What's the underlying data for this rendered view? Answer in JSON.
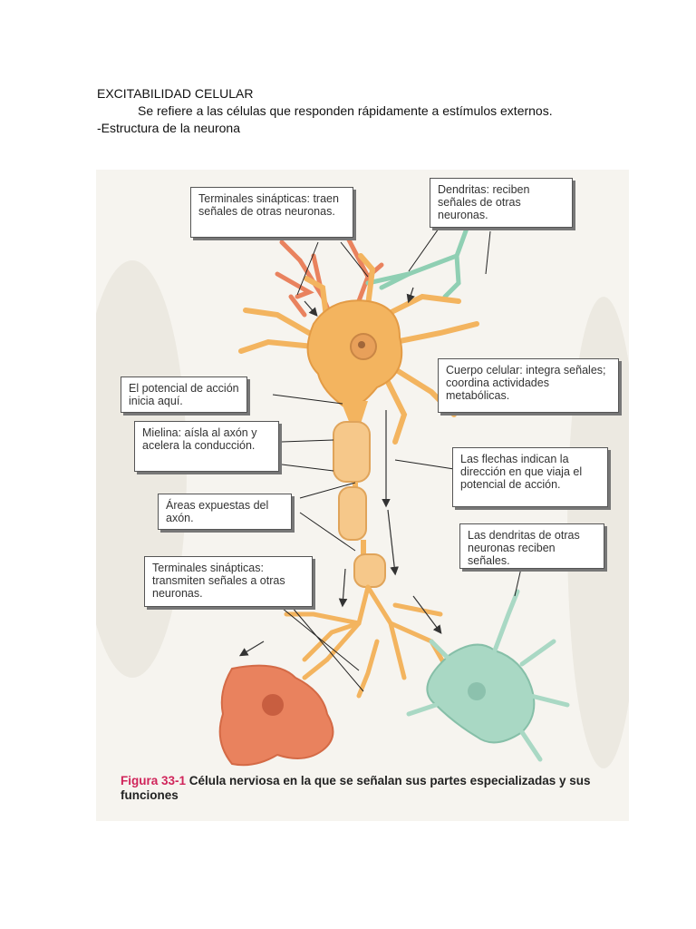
{
  "document": {
    "heading": "EXCITABILIDAD CELULAR",
    "definition": "Se refiere a las células que responden rápidamente a estímulos externos.",
    "subheading": "-Estructura de la neurona"
  },
  "figure": {
    "callouts": {
      "terminales_top": "Terminales sinápticas: traen señales de otras neuronas.",
      "dendritas": "Dendritas: reciben señales de otras neuronas.",
      "potencial": "El potencial de acción inicia aquí.",
      "cuerpo": "Cuerpo celular: integra señales; coordina actividades metabólicas.",
      "mielina": "Mielina: aísla al axón y acelera la conducción.",
      "flechas": "Las flechas indican la dirección en que viaja el potencial de acción.",
      "areas": "Áreas expuestas del axón.",
      "dendritas_otras": "Las dendritas de otras neuronas reciben señales.",
      "terminales_bottom": "Terminales sinápticas: transmiten señales a otras neuronas."
    },
    "caption_number": "Figura 33-1",
    "caption_text": "Célula nerviosa en la que se señalan sus partes especializadas y sus funciones"
  },
  "colors": {
    "page_bg": "#ffffff",
    "figure_bg": "#f6f4ef",
    "neuron_orange": "#f3b45f",
    "myelin": "#f6c88a",
    "terminal_red": "#e9825e",
    "green_neuron": "#a9d8c4",
    "caption_accent": "#d0245a"
  }
}
